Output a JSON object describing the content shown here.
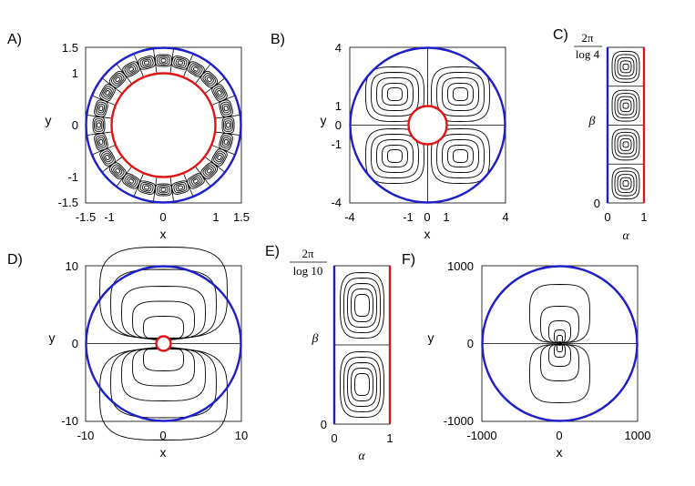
{
  "colors": {
    "outer_circle": "#1f1fc8",
    "inner_circle": "#e01414",
    "contour": "#000000",
    "background": "#ffffff"
  },
  "panels": {
    "A": {
      "label": "A)",
      "xlabel": "x",
      "ylabel": "y",
      "xticks": [
        "-1.5",
        "-1",
        "0",
        "1",
        "1.5"
      ],
      "yticks": [
        "1.5",
        "1",
        "0",
        "-1",
        "-1.5"
      ],
      "outer_radius": 1.5,
      "inner_radius": 1
    },
    "B": {
      "label": "B)",
      "xlabel": "x",
      "ylabel": "y",
      "xticks": [
        "-4",
        "-1",
        "0",
        "1",
        "4"
      ],
      "yticks": [
        "4",
        "1",
        "0",
        "-1",
        "-4"
      ],
      "outer_radius": 4,
      "inner_radius": 1
    },
    "C": {
      "label": "C)",
      "xlabel": "α",
      "ylabel": "β",
      "xticks": [
        "0",
        "1"
      ],
      "yticks_top_num": "2π",
      "yticks_top_den": "log 4",
      "yticks_bottom": "0"
    },
    "D": {
      "label": "D)",
      "xlabel": "x",
      "ylabel": "y",
      "xticks": [
        "-10",
        "0",
        "10"
      ],
      "yticks": [
        "10",
        "0",
        "-10"
      ],
      "outer_radius": 10,
      "inner_radius": 1
    },
    "E": {
      "label": "E)",
      "xlabel": "α",
      "ylabel": "β",
      "xticks": [
        "0",
        "1"
      ],
      "yticks_top_num": "2π",
      "yticks_top_den": "log 10",
      "yticks_bottom": "0"
    },
    "F": {
      "label": "F)",
      "xlabel": "x",
      "ylabel": "y",
      "xticks": [
        "-1000",
        "0",
        "1000"
      ],
      "yticks": [
        "1000",
        "0",
        "-1000"
      ],
      "outer_radius": 1000,
      "inner_radius": 1
    }
  }
}
